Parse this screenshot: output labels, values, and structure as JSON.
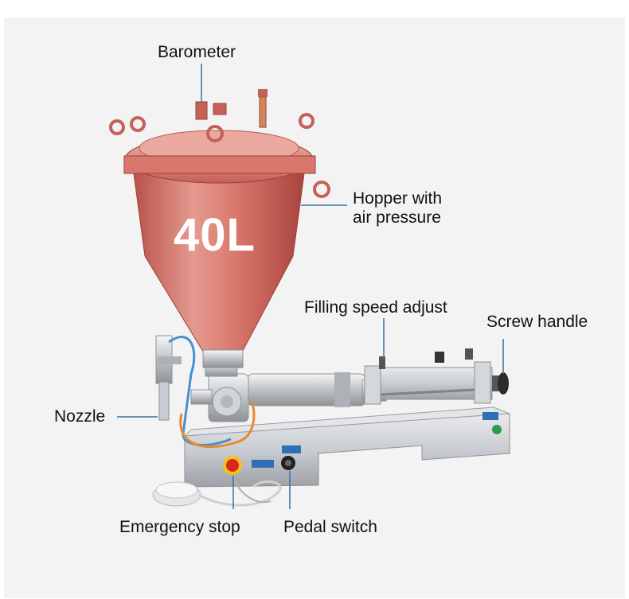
{
  "hopper_capacity": "40L",
  "labels": {
    "barometer": "Barometer",
    "hopper_line1": "Hopper with",
    "hopper_line2": "air pressure",
    "filling_speed": "Filling speed adjust",
    "screw_handle": "Screw handle",
    "nozzle": "Nozzle",
    "emergency_stop": "Emergency stop",
    "pedal_switch": "Pedal switch"
  },
  "colors": {
    "hopper": "#d9776c",
    "leader_line": "#3a6ea5",
    "steel": "#c9ccd0",
    "background": "#f3f3f3"
  }
}
